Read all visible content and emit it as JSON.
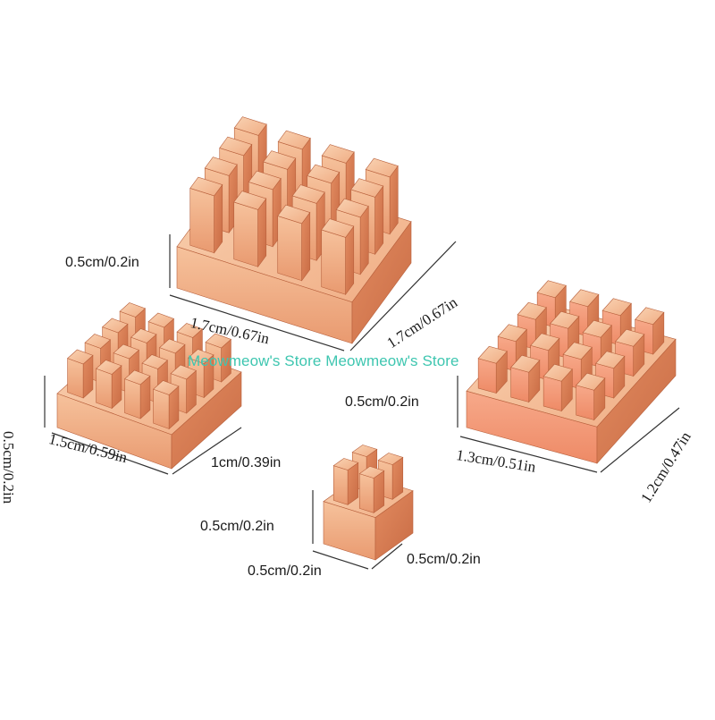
{
  "watermark": "Meowmeow's Store Meowmeow's Store",
  "colors": {
    "copper_light": "#f4b48a",
    "copper_mid": "#e8906a",
    "copper_dark": "#c76a44",
    "watermark": "#3ec6b0"
  },
  "heatsinks": [
    {
      "name": "large",
      "labels": {
        "height": "0.5cm/0.2in",
        "length": "1.7cm/0.67in",
        "width": "1.7cm/0.67in"
      }
    },
    {
      "name": "medium-left",
      "labels": {
        "height": "0.5cm/0.2in",
        "length": "1.5cm/0.59in",
        "width": "1cm/0.39in"
      }
    },
    {
      "name": "medium-right",
      "labels": {
        "height": "0.5cm/0.2in",
        "length": "1.3cm/0.51in",
        "width": "1.2cm/0.47in"
      }
    },
    {
      "name": "small",
      "labels": {
        "height": "0.5cm/0.2in",
        "length": "0.5cm/0.2in",
        "width": "0.5cm/0.2in"
      }
    }
  ]
}
